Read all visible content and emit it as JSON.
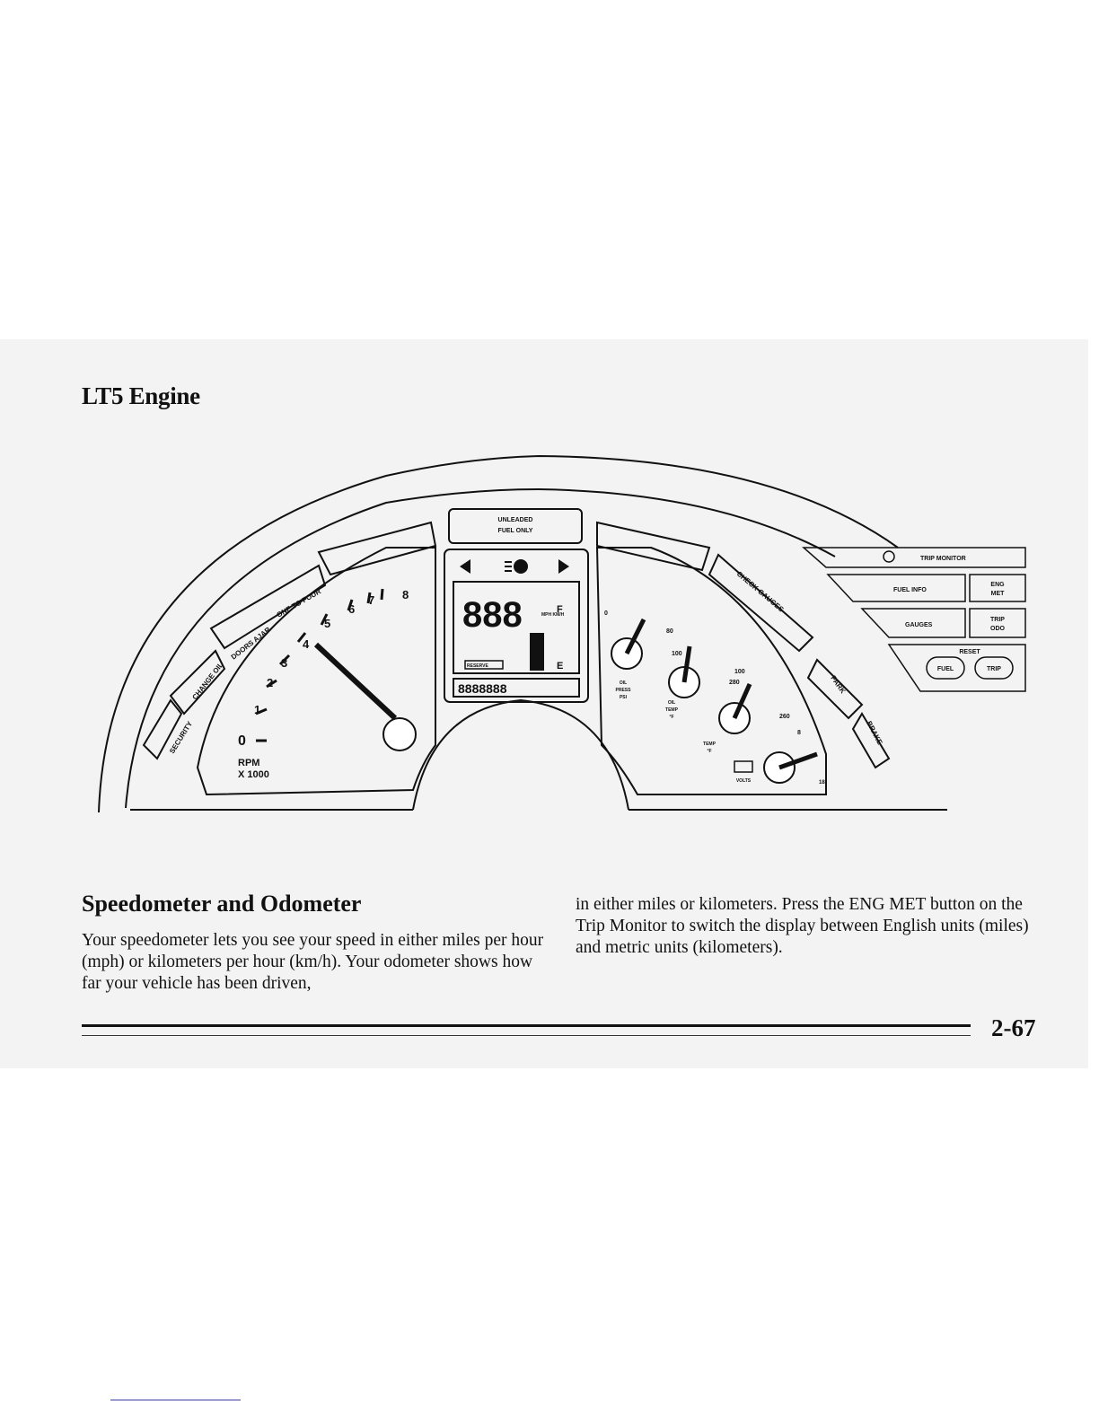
{
  "page": {
    "title": "LT5 Engine",
    "page_number": "2-67"
  },
  "dashboard": {
    "fuel_notice_line1": "UNLEADED",
    "fuel_notice_line2": "FUEL ONLY",
    "tachometer": {
      "ticks": [
        "0",
        "1",
        "2",
        "3",
        "4",
        "5",
        "6",
        "7",
        "8"
      ],
      "unit_line1": "RPM",
      "unit_line2": "X 1000"
    },
    "left_telltales": [
      "SECURITY",
      "CHANGE OIL",
      "DOORS AJAR",
      "ONE TO FOUR"
    ],
    "right_telltales": [
      "CHECK GAUGES",
      "PARK",
      "BRAKE"
    ],
    "digital": {
      "speed_display": "888",
      "speed_units": "MPH KM/H",
      "odometer_display": "8888888",
      "fuel_level_top": "F",
      "fuel_level_bottom": "E",
      "reserve_label": "RESERVE"
    },
    "gauges": {
      "oil_pressure": {
        "min": "0",
        "max": "80",
        "label1": "OIL",
        "label2": "PRESS",
        "label3": "PSI"
      },
      "oil_temp": {
        "min": "100",
        "max": "280",
        "label1": "OIL",
        "label2": "TEMP",
        "label3": "°F"
      },
      "coolant_temp": {
        "min": "100",
        "max": "260",
        "label1": "TEMP",
        "label2": "°F"
      },
      "volts": {
        "min": "8",
        "max": "18",
        "label": "VOLTS"
      }
    },
    "trip_monitor": {
      "title": "TRIP MONITOR",
      "fuel_info": "FUEL INFO",
      "eng_met_line1": "ENG",
      "eng_met_line2": "MET",
      "gauges": "GAUGES",
      "trip_odo_line1": "TRIP",
      "trip_odo_line2": "ODO",
      "reset": "RESET",
      "fuel": "FUEL",
      "trip": "TRIP"
    }
  },
  "section": {
    "heading": "Speedometer and Odometer",
    "left_paragraph": "Your speedometer lets you see your speed in either miles per hour (mph) or kilometers per hour (km/h). Your odometer shows how far your vehicle has been driven,",
    "right_paragraph": "in either miles or kilometers. Press the ENG MET button on the Trip Monitor to switch the display between English units (miles) and metric units (kilometers)."
  },
  "colors": {
    "band_background": "#f3f3f3",
    "ink": "#111111"
  }
}
